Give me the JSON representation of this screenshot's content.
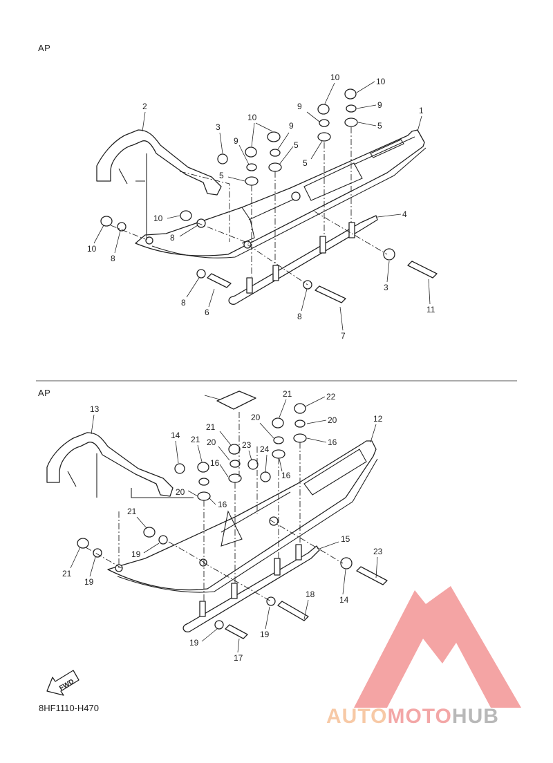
{
  "sections": [
    {
      "label": "AP",
      "id": "top"
    },
    {
      "label": "AP",
      "id": "bottom"
    }
  ],
  "reference_code": "8HF1110-H470",
  "fwd_badge": "FWD",
  "watermark": {
    "part1": "AUTO",
    "part2": "MOTO",
    "part3": "HUB",
    "colors": {
      "part1": "#f7c9a6",
      "part2": "#f3a7a7",
      "part3": "#b8b8b8",
      "logo": "#f39a9a"
    }
  },
  "callouts_top": [
    "1",
    "2",
    "3",
    "3",
    "4",
    "5",
    "5",
    "5",
    "5",
    "6",
    "7",
    "8",
    "8",
    "8",
    "8",
    "9",
    "9",
    "9",
    "9",
    "10",
    "10",
    "10",
    "10",
    "10",
    "11"
  ],
  "callouts_bottom": [
    "12",
    "13",
    "14",
    "14",
    "15",
    "16",
    "16",
    "16",
    "16",
    "17",
    "18",
    "19",
    "19",
    "19",
    "19",
    "20",
    "20",
    "20",
    "20",
    "21",
    "21",
    "21",
    "21",
    "21",
    "22",
    "23",
    "23",
    "24"
  ]
}
